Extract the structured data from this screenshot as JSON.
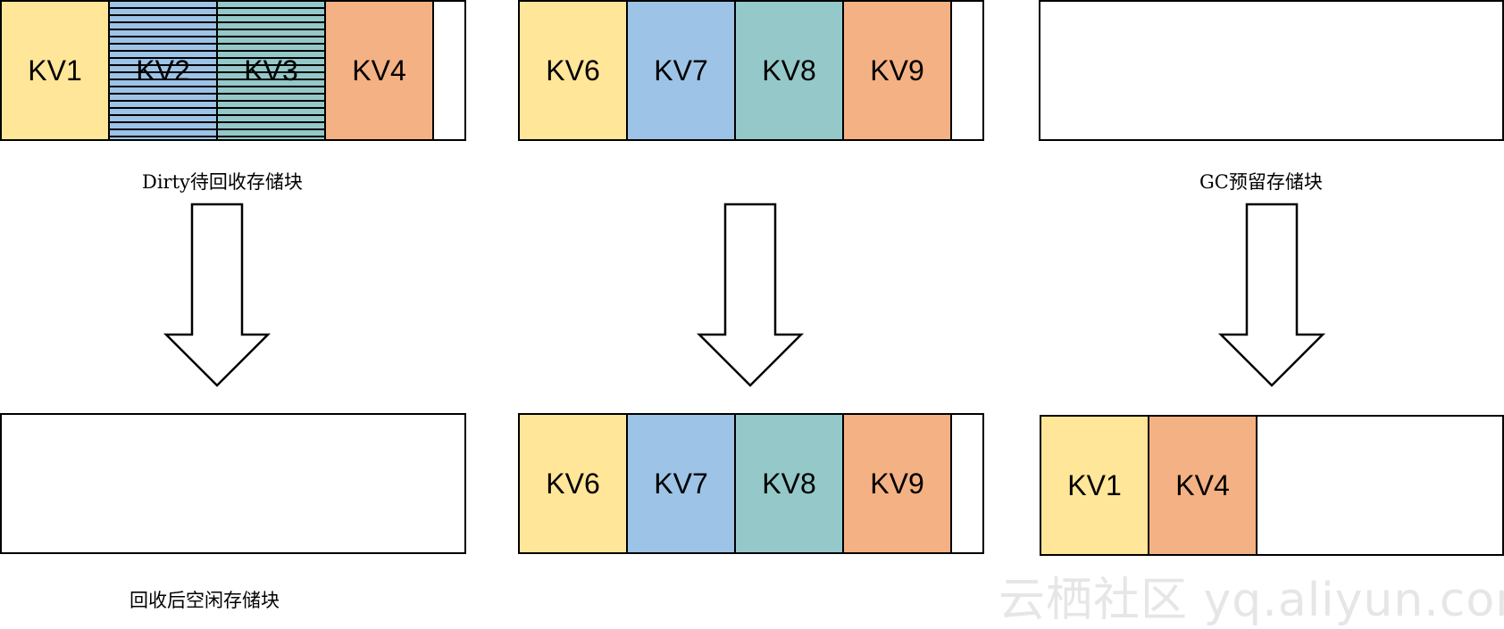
{
  "top_row": {
    "dirty_block": {
      "caption": "Dirty待回收存储块",
      "cells": [
        {
          "label": "KV1",
          "color": "#FFE699",
          "hatched": false
        },
        {
          "label": "KV2",
          "color": "#9DC3E6",
          "hatched": true
        },
        {
          "label": "KV3",
          "color": "#95C8C8",
          "hatched": true
        },
        {
          "label": "KV4",
          "color": "#F4B183",
          "hatched": false
        }
      ]
    },
    "middle_block": {
      "cells": [
        {
          "label": "KV6",
          "color": "#FFE699"
        },
        {
          "label": "KV7",
          "color": "#9DC3E6"
        },
        {
          "label": "KV8",
          "color": "#95C8C8"
        },
        {
          "label": "KV9",
          "color": "#F4B183"
        }
      ]
    },
    "gc_block": {
      "caption": "GC预留存储块",
      "cells": []
    }
  },
  "bottom_row": {
    "free_block": {
      "caption": "回收后空闲存储块",
      "cells": []
    },
    "middle_block": {
      "cells": [
        {
          "label": "KV6",
          "color": "#FFE699"
        },
        {
          "label": "KV7",
          "color": "#9DC3E6"
        },
        {
          "label": "KV8",
          "color": "#95C8C8"
        },
        {
          "label": "KV9",
          "color": "#F4B183"
        }
      ]
    },
    "gc_block": {
      "cells": [
        {
          "label": "KV1",
          "color": "#FFE699"
        },
        {
          "label": "KV4",
          "color": "#F4B183"
        }
      ]
    }
  },
  "arrows": [
    {
      "name": "dirty-to-free-arrow",
      "direction": "down"
    },
    {
      "name": "middle-arrow",
      "direction": "down"
    },
    {
      "name": "gc-arrow",
      "direction": "down"
    }
  ],
  "watermark": "云栖社区 yq.aliyun.com"
}
